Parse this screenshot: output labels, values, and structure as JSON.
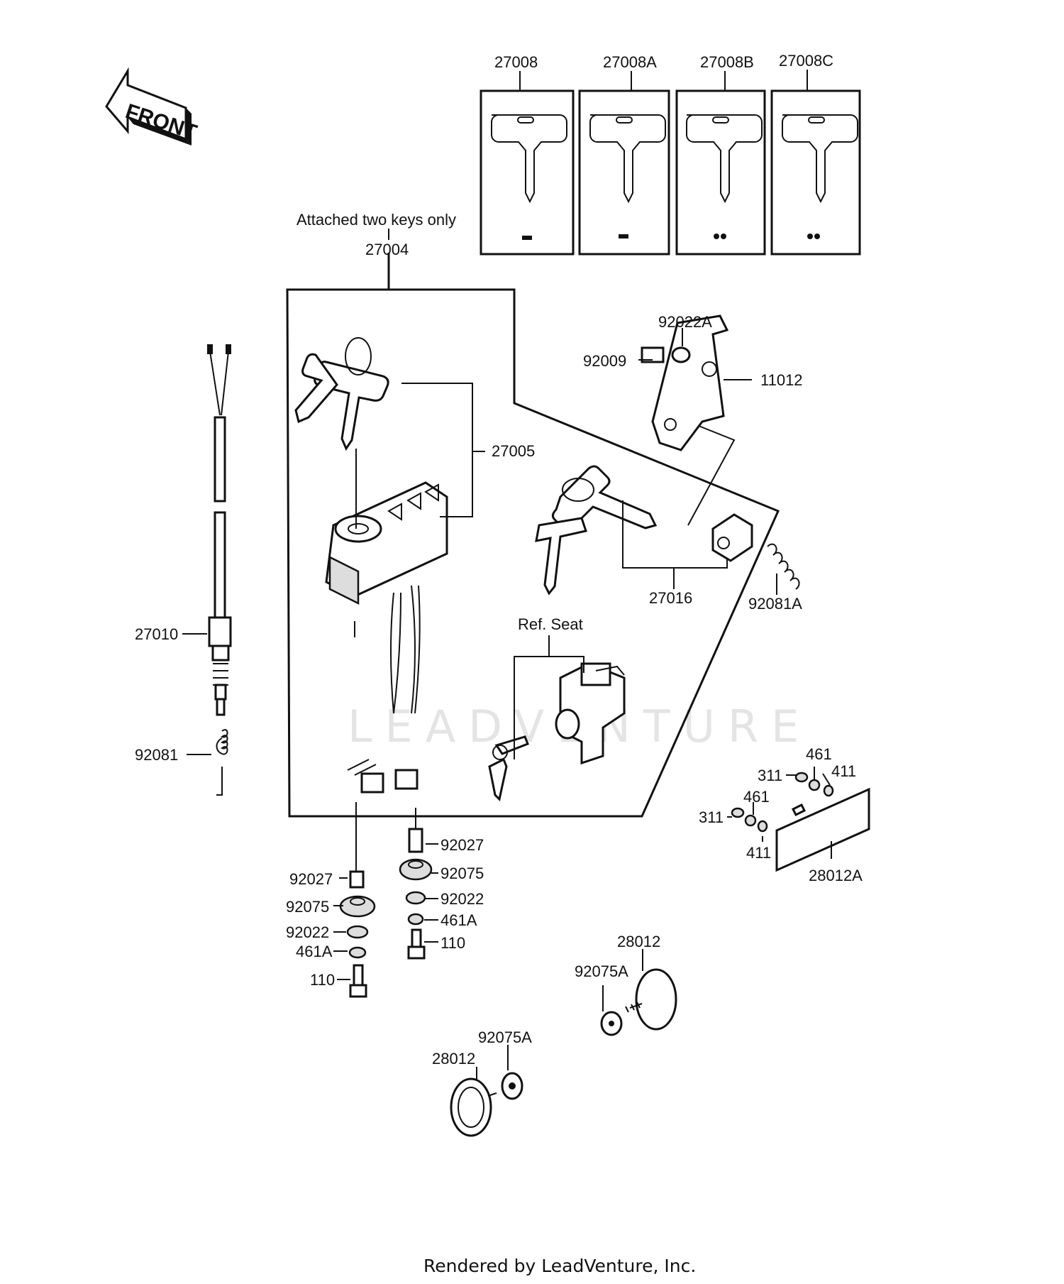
{
  "front_label": "FRONT",
  "note_attached": "Attached two keys only",
  "ref_seat": "Ref.  Seat",
  "watermark": "LEADVENTURE",
  "footer": "Rendered by LeadVenture, Inc.",
  "labels": {
    "p27008": "27008",
    "p27008A": "27008A",
    "p27008B": "27008B",
    "p27008C": "27008C",
    "p27004": "27004",
    "p92022A": "92022A",
    "p92009": "92009",
    "p11012": "11012",
    "p27005": "27005",
    "p27016": "27016",
    "p92081A": "92081A",
    "p27010": "27010",
    "p92081": "92081",
    "p92027_l": "92027",
    "p92075_l": "92075",
    "p92022_l": "92022",
    "p461A_l": "461A",
    "p110_l": "110",
    "p92027_r": "92027",
    "p92075_r": "92075",
    "p92022_r": "92022",
    "p461A_r": "461A",
    "p110_r": "110",
    "p461_top": "461",
    "p311_top": "311",
    "p411_top": "411",
    "p461_mid": "461",
    "p311_mid": "311",
    "p411_bot": "411",
    "p28012A": "28012A",
    "p28012_r": "28012",
    "p92075A_r": "92075A",
    "p92075A_l": "92075A",
    "p28012_l": "28012"
  }
}
